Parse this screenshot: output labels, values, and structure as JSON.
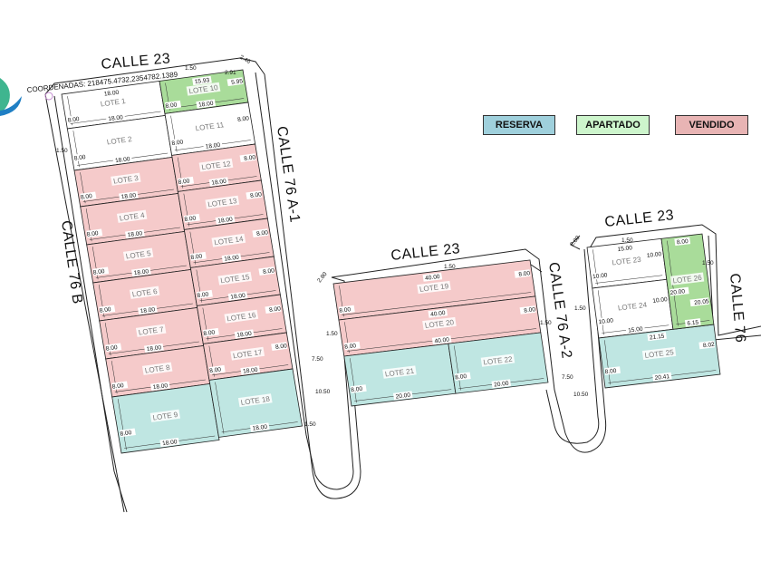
{
  "legend": [
    {
      "key": "reserva",
      "label": "RESERVA",
      "color": "#9fd0dc"
    },
    {
      "key": "apartado",
      "label": "APARTADO",
      "color": "#cdf5cc"
    },
    {
      "key": "vendido",
      "label": "VENDIDO",
      "color": "#e8b4b4"
    }
  ],
  "map_colors": {
    "reserva": "#bfe6e2",
    "apartado": "#a9dc9a",
    "vendido": "#f5caca",
    "disponible": "#ffffff"
  },
  "streets": {
    "calle23_a": "CALLE 23",
    "calle23_b": "CALLE 23",
    "calle23_c": "CALLE 23",
    "calle76b": "CALLE 76 B",
    "calle76a1": "CALLE 76 A-1",
    "calle76a2": "CALLE 76 A-2",
    "calle76": "CALLE 76"
  },
  "coordinates": "COORDENADAS: 218475.4732,2354782.1389",
  "annotations": {
    "b1_sidewalk_top": "1.50",
    "b1_chamfer": "2.91",
    "b1_corner": "2.46",
    "b1_sidewalk_left": "1.50",
    "b1_sidewalk_right": "1.50",
    "road_a_75": "7.50",
    "road_a_105": "10.50",
    "b2_sidewalk_top": "1.50",
    "b2_corner": "2.80",
    "b2_sidewalk_left": "1.50",
    "b2_sidewalk_right": "1.50",
    "road_b_75": "7.50",
    "road_b_105": "10.50",
    "b3_sidewalk_top": "1.50",
    "b3_corner": "2.80",
    "b3_sidewalk_left": "1.50",
    "b3_sidewalk_right": "1.50"
  },
  "lots": [
    {
      "label": "LOTE 1",
      "status": "disponible",
      "dims": {
        "top": "18.00",
        "bottom": "18.00",
        "left": "8.00"
      }
    },
    {
      "label": "LOTE 2",
      "status": "disponible",
      "dims": {
        "bottom": "18.00",
        "left": "8.00"
      }
    },
    {
      "label": "LOTE 3",
      "status": "vendido",
      "dims": {
        "bottom": "18.00",
        "left": "8.00"
      }
    },
    {
      "label": "LOTE 4",
      "status": "vendido",
      "dims": {
        "bottom": "18.00",
        "left": "8.00"
      }
    },
    {
      "label": "LOTE 5",
      "status": "vendido",
      "dims": {
        "bottom": "18.00",
        "left": "8.00"
      }
    },
    {
      "label": "LOTE 6",
      "status": "vendido",
      "dims": {
        "bottom": "18.00",
        "left": "8.00"
      }
    },
    {
      "label": "LOTE 7",
      "status": "vendido",
      "dims": {
        "bottom": "18.00",
        "left": "8.00"
      }
    },
    {
      "label": "LOTE 8",
      "status": "vendido",
      "dims": {
        "bottom": "18.00",
        "left": "8.00"
      }
    },
    {
      "label": "LOTE 9",
      "status": "reserva",
      "dims": {
        "bottom": "18.00",
        "left": "8.00"
      }
    },
    {
      "label": "LOTE 10",
      "status": "apartado",
      "dims": {
        "top": "15.93",
        "bottom": "18.00",
        "left": "8.00",
        "right": "5.95"
      }
    },
    {
      "label": "LOTE 11",
      "status": "disponible",
      "dims": {
        "bottom": "18.00",
        "left": "8.00",
        "right": "8.00"
      }
    },
    {
      "label": "LOTE 12",
      "status": "vendido",
      "dims": {
        "bottom": "18.00",
        "left": "8.00",
        "right": "8.00"
      }
    },
    {
      "label": "LOTE 13",
      "status": "vendido",
      "dims": {
        "bottom": "18.00",
        "left": "8.00",
        "right": "8.00"
      }
    },
    {
      "label": "LOTE 14",
      "status": "vendido",
      "dims": {
        "bottom": "18.00",
        "left": "8.00",
        "right": "8.00"
      }
    },
    {
      "label": "LOTE 15",
      "status": "vendido",
      "dims": {
        "bottom": "18.00",
        "left": "8.00",
        "right": "8.00"
      }
    },
    {
      "label": "LOTE 16",
      "status": "vendido",
      "dims": {
        "bottom": "18.00",
        "left": "8.00",
        "right": "8.00"
      }
    },
    {
      "label": "LOTE 17",
      "status": "vendido",
      "dims": {
        "bottom": "18.00",
        "left": "8.00",
        "right": "8.00"
      }
    },
    {
      "label": "LOTE 18",
      "status": "reserva",
      "dims": {
        "bottom": "18.00"
      }
    },
    {
      "label": "LOTE 19",
      "status": "vendido",
      "dims": {
        "top": "40.00",
        "left": "8.00",
        "right": "8.00"
      }
    },
    {
      "label": "LOTE 20",
      "status": "vendido",
      "dims": {
        "top": "40.00",
        "bottom": "40.00",
        "left": "8.00",
        "right": "8.00"
      }
    },
    {
      "label": "LOTE 21",
      "status": "reserva",
      "dims": {
        "bottom": "20.00",
        "left": "8.00"
      }
    },
    {
      "label": "LOTE 22",
      "status": "reserva",
      "dims": {
        "bottom": "20.00",
        "left": "8.00"
      }
    },
    {
      "label": "LOTE 23",
      "status": "disponible",
      "dims": {
        "top": "15.00",
        "left": "10.00",
        "right": "10.00"
      }
    },
    {
      "label": "LOTE 24",
      "status": "disponible",
      "dims": {
        "bottom": "15.00",
        "left": "10.00",
        "right": "10.00"
      }
    },
    {
      "label": "LOTE 25",
      "status": "reserva",
      "dims": {
        "top": "21.15",
        "bottom": "20.41",
        "left": "8.00",
        "right": "8.02"
      }
    },
    {
      "label": "LOTE 26",
      "status": "apartado",
      "dims": {
        "top": "8.00",
        "left": "20.00",
        "right": "20.05",
        "bottom": "6.15"
      }
    }
  ]
}
